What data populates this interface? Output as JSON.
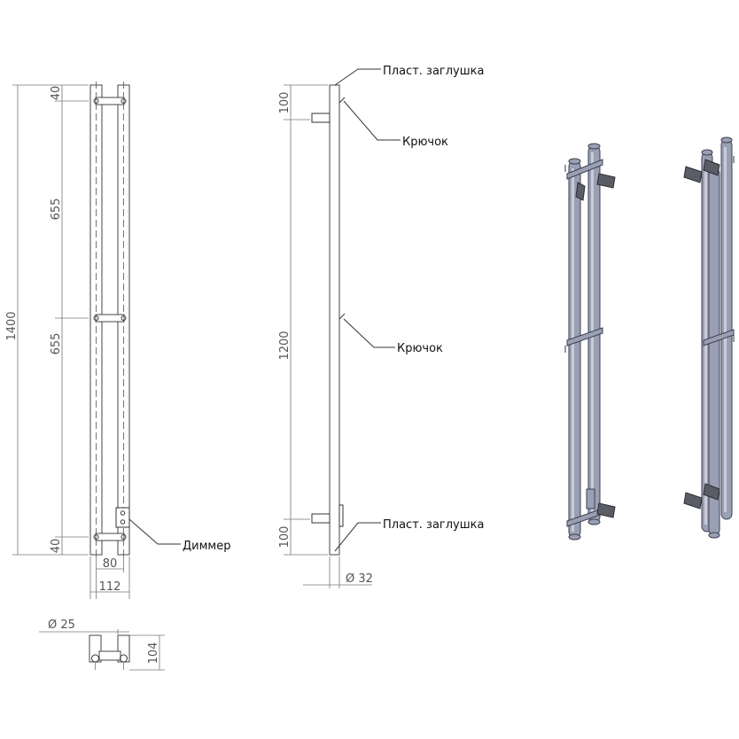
{
  "front_view": {
    "overall_height": "1400",
    "top_offset": "40",
    "segment_upper": "655",
    "segment_lower": "655",
    "bottom_offset": "40",
    "inner_width": "80",
    "outer_width": "112",
    "dimmer_label": "Диммер"
  },
  "side_view": {
    "top_cap_label": "Пласт. заглушка",
    "hook_label_upper": "Крючок",
    "hook_label_middle": "Крючок",
    "bottom_cap_label": "Пласт. заглушка",
    "top_offset": "100",
    "middle_span": "1200",
    "bottom_offset": "100",
    "pipe_diameter": "Ø 32"
  },
  "top_view": {
    "diameter": "Ø 25",
    "depth": "104"
  },
  "colors": {
    "pipe_fill": "#9aa0b4",
    "pipe_edge": "#3d4150",
    "hook_fill": "#5a5d66",
    "line": "#333333"
  }
}
